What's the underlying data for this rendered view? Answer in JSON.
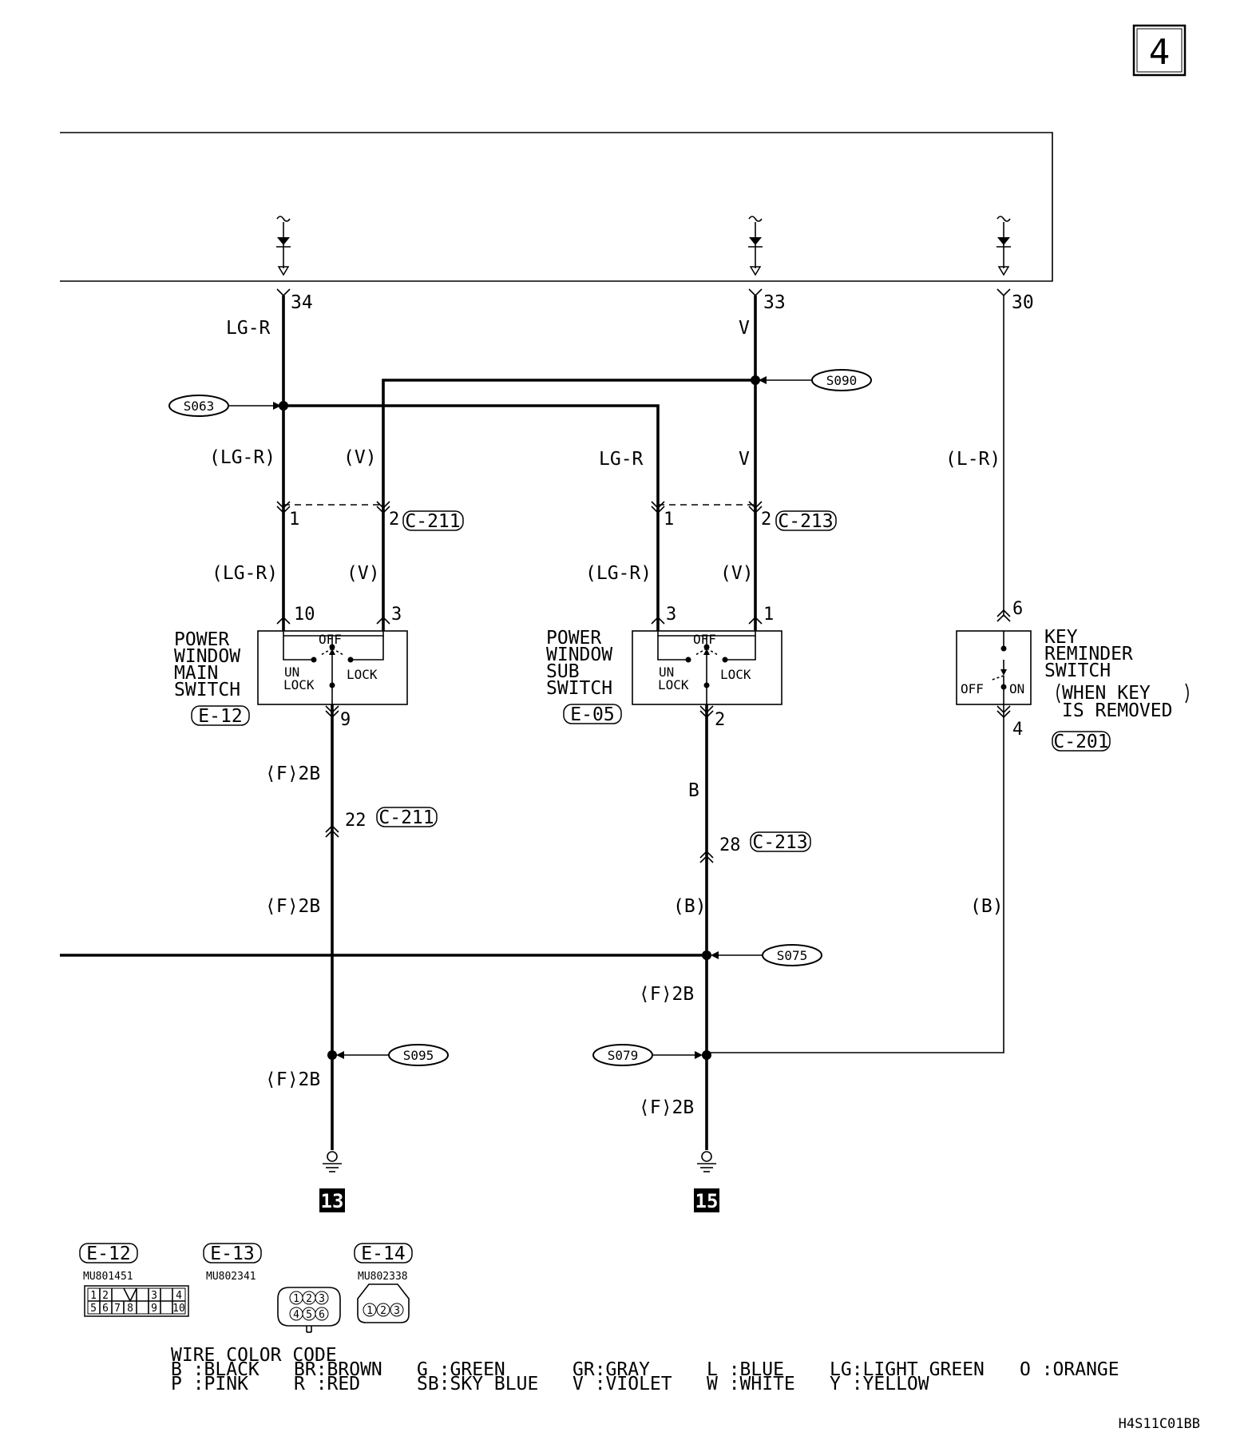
{
  "page_number": "4",
  "diagram_code": "H4S11C01BB",
  "ecu_pins": {
    "a": "34",
    "b": "33",
    "c": "30"
  },
  "wires": {
    "lg_r": "LG-R",
    "v": "V",
    "lg_r_paren": "(LG-R)",
    "v_paren": "(V)",
    "l_r_paren": "(L-R)",
    "b": "B",
    "b_paren": "(B)",
    "f2b": "⟨F⟩2B"
  },
  "splices": {
    "s063": "S063",
    "s090": "S090",
    "s075": "S075",
    "s095": "S095",
    "s079": "S079"
  },
  "connectors": {
    "c211": "C-211",
    "c213": "C-213",
    "c201": "C-201",
    "e12": "E-12",
    "e05": "E-05",
    "e13": "E-13",
    "e14": "E-14"
  },
  "pins": {
    "p1": "1",
    "p2": "2",
    "p3": "3",
    "p4": "4",
    "p6": "6",
    "p9": "9",
    "p10": "10",
    "p22": "22",
    "p28": "28"
  },
  "main_switch": {
    "line1": "POWER",
    "line2": "WINDOW",
    "line3": "MAIN",
    "line4": "SWITCH"
  },
  "sub_switch": {
    "line1": "POWER",
    "line2": "WINDOW",
    "line3": "SUB",
    "line4": "SWITCH"
  },
  "switch_positions": {
    "off": "OFF",
    "un": "UN",
    "lock_word": "LOCK",
    "lock": "LOCK",
    "on": "ON"
  },
  "key_switch": {
    "line1": "KEY",
    "line2": "REMINDER",
    "line3": "SWITCH",
    "note1": "WHEN KEY",
    "note2": "IS REMOVED"
  },
  "grounds": {
    "g13": "13",
    "g15": "15"
  },
  "connector_parts": {
    "e12_part": "MU801451",
    "e13_part": "MU802341",
    "e14_part": "MU802338",
    "e12_cells": [
      "1",
      "2",
      "3",
      "4",
      "5",
      "6",
      "7",
      "8",
      "9",
      "10"
    ],
    "e13_cells": [
      "1",
      "2",
      "3",
      "4",
      "5",
      "6"
    ],
    "e14_cells": [
      "1",
      "2",
      "3"
    ]
  },
  "color_code": {
    "title": "WIRE COLOR CODE",
    "row1": [
      "B :BLACK",
      "BR:BROWN",
      "G :GREEN",
      "GR:GRAY",
      "L :BLUE",
      "LG:LIGHT GREEN",
      "O :ORANGE"
    ],
    "row2": [
      "P :PINK",
      "R :RED",
      "SB:SKY BLUE",
      "V :VIOLET",
      "W :WHITE",
      "Y :YELLOW"
    ]
  }
}
